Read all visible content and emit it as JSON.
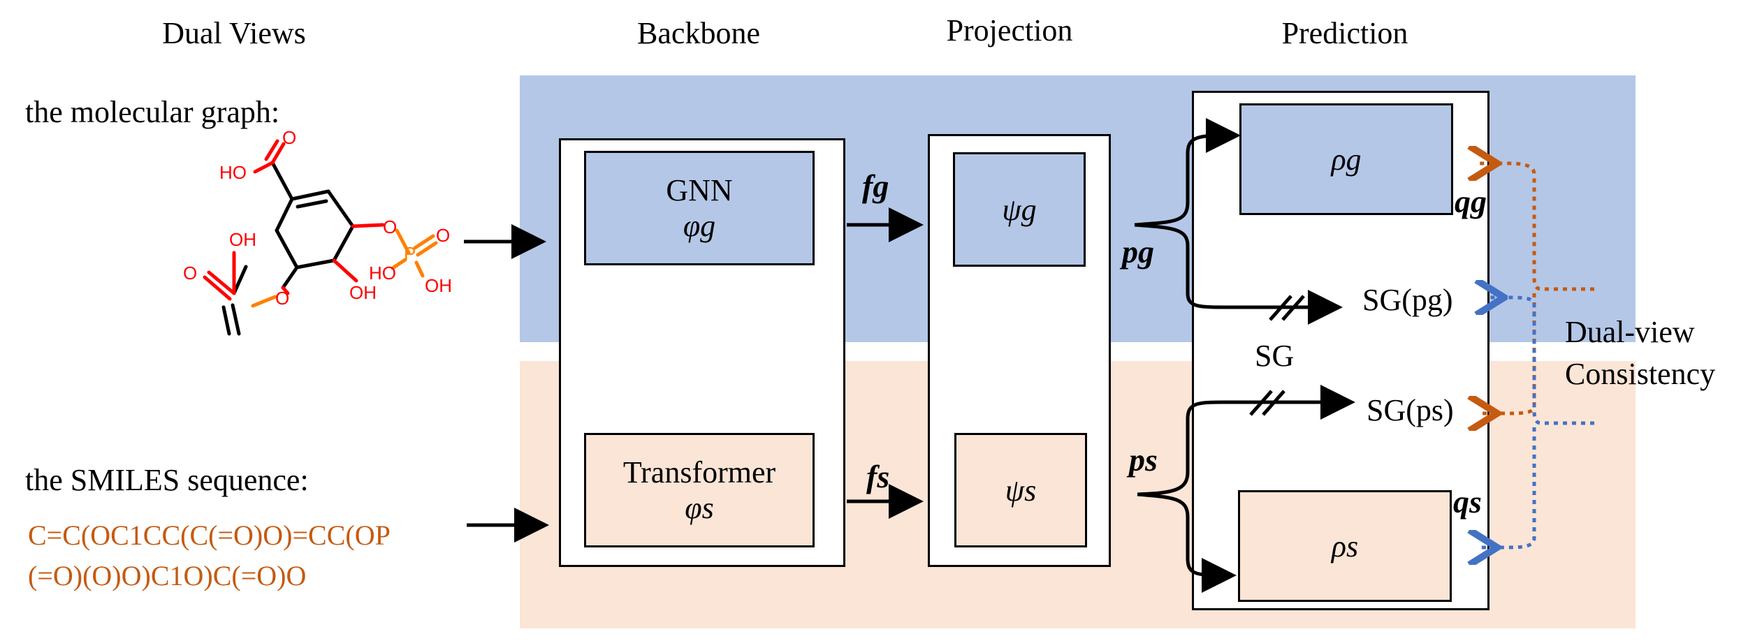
{
  "headers": {
    "dual_views": "Dual Views",
    "backbone": "Backbone",
    "projection": "Projection",
    "prediction": "Prediction"
  },
  "inputs": {
    "graph_label": "the molecular graph:",
    "smiles_label": "the SMILES sequence:",
    "smiles_line1": "C=C(OC1CC(C(=O)O)=CC(OP",
    "smiles_line2": "(=O)(O)O)C1O)C(=O)O"
  },
  "molecule_atoms": {
    "ho_top": "HO",
    "o_top": "O",
    "oh_left": "OH",
    "o_left": "O",
    "o_ether": "O",
    "o_phos": "O",
    "p": "P",
    "o_p_dbl": "O",
    "ho_p": "HO",
    "oh_p": "OH",
    "oh_ring": "OH"
  },
  "backbone": {
    "gnn_name": "GNN",
    "gnn_sym": "φg",
    "transformer_name": "Transformer",
    "transformer_sym": "φs"
  },
  "features": {
    "fg": "fg",
    "fs": "fs"
  },
  "projection": {
    "psi_g": "ψg",
    "psi_s": "ψs"
  },
  "outputs": {
    "pg": "pg",
    "ps": "ps",
    "qg": "qg",
    "qs": "qs",
    "rho_g": "ρg",
    "rho_s": "ρs",
    "sg_pg": "SG(pg)",
    "sg_ps": "SG(ps)",
    "sg_label": "SG"
  },
  "consistency": {
    "line1": "Dual-view",
    "line2": "Consistency"
  },
  "colors": {
    "blue_band": "#b4c7e7",
    "orange_band": "#fbe5d6",
    "smiles_orange": "#c55a11",
    "atom_red": "#ff0000",
    "phosphorus": "#ff8000",
    "dotted_orange": "#c55a11",
    "dotted_blue": "#4472c4"
  }
}
